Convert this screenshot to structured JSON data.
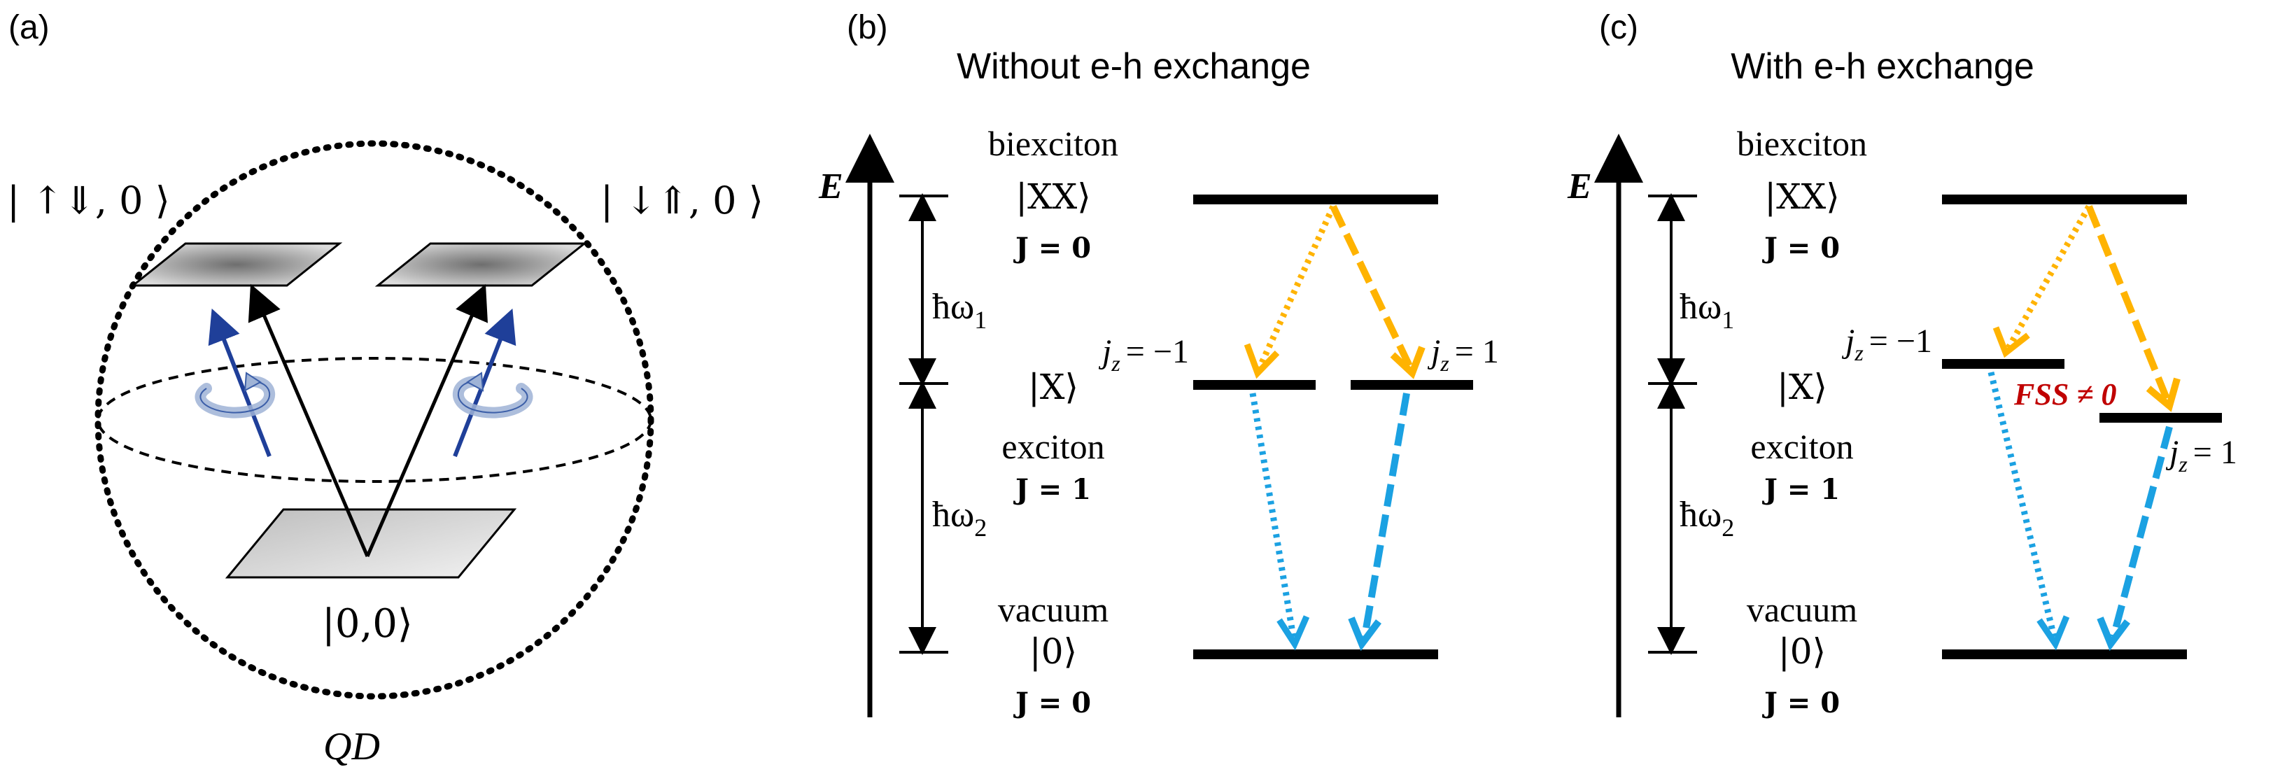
{
  "colors": {
    "yellow_arrow": "#FFB300",
    "blue_arrow": "#1BA1E2",
    "spin_arrow": "#1F3F99",
    "fss_text": "#C00000",
    "level_line": "#000000"
  },
  "panel_a": {
    "label": "(a)",
    "state_left": "| ↑⇓, 0 ⟩",
    "state_right": "| ↓⇑, 0 ⟩",
    "ground_state": "|0,0⟩",
    "qd_label": "QD"
  },
  "panel_b": {
    "label": "(b)",
    "title": "Without e-h exchange",
    "energy_label": "E",
    "biexciton_name": "biexciton",
    "biexciton_ket": "|XX⟩",
    "biexciton_j": "J = 0",
    "exciton_ket": "|X⟩",
    "exciton_name": "exciton",
    "exciton_j": "J = 1",
    "vacuum_name": "vacuum",
    "vacuum_ket": "|0⟩",
    "vacuum_j": "J = 0",
    "hw1": "ħω",
    "hw1_sub": "1",
    "hw2": "ħω",
    "hw2_sub": "2",
    "jz_left": "= −1",
    "jz_right": "= 1"
  },
  "panel_c": {
    "label": "(c)",
    "title": "With e-h exchange",
    "energy_label": "E",
    "biexciton_name": "biexciton",
    "biexciton_ket": "|XX⟩",
    "biexciton_j": "J = 0",
    "exciton_ket": "|X⟩",
    "exciton_name": "exciton",
    "exciton_j": "J = 1",
    "vacuum_name": "vacuum",
    "vacuum_ket": "|0⟩",
    "vacuum_j": "J = 0",
    "hw1": "ħω",
    "hw1_sub": "1",
    "hw2": "ħω",
    "hw2_sub": "2",
    "jz_left": "= −1",
    "jz_right": "= 1",
    "fss_label": "FSS ≠ 0"
  }
}
